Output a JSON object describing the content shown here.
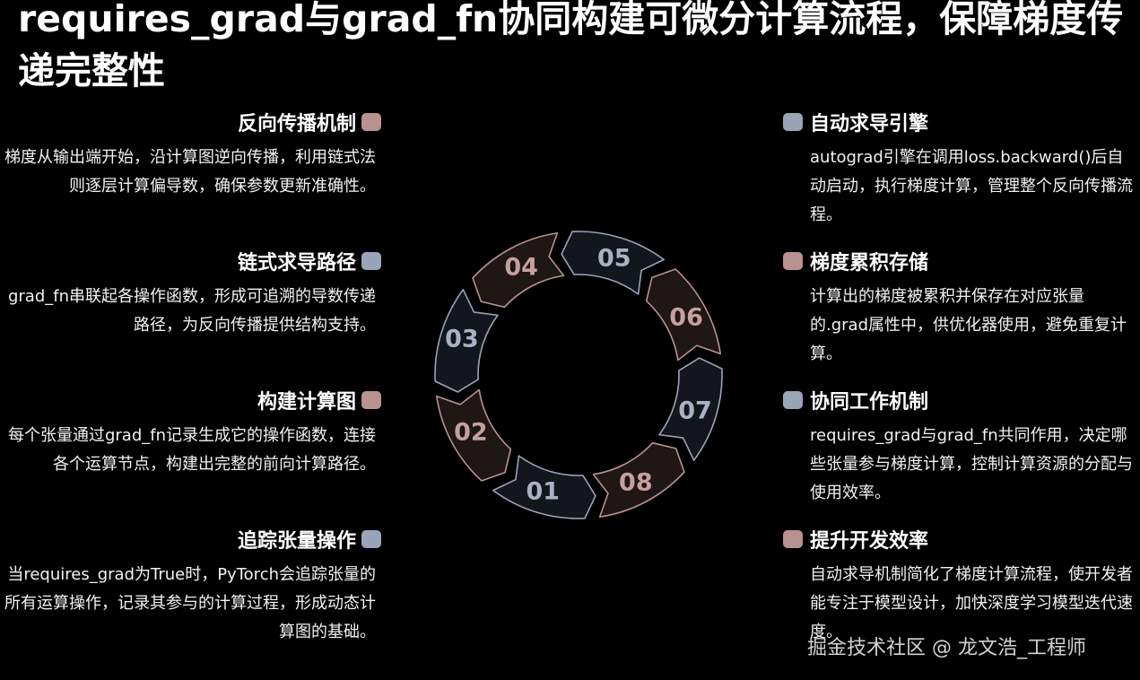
{
  "title": "requires_grad与grad_fn协同构建可微分计算流程，保障梯度传递完整性",
  "colors": {
    "background": "#000000",
    "rose": "#b89290",
    "blue": "#9aa4b8",
    "rose_fill": "#1f1616",
    "blue_fill": "#13161c",
    "rose_text": "#c4a09e",
    "blue_text": "#aab2c4"
  },
  "left_items": [
    {
      "title": "反向传播机制",
      "color": "rose",
      "desc": "梯度从输出端开始，沿计算图逆向传播，利用链式法则逐层计算偏导数，确保参数更新准确性。"
    },
    {
      "title": "链式求导路径",
      "color": "blue",
      "desc": "grad_fn串联起各操作函数，形成可追溯的导数传递路径，为反向传播提供结构支持。"
    },
    {
      "title": "构建计算图",
      "color": "rose",
      "desc": "每个张量通过grad_fn记录生成它的操作函数，连接各个运算节点，构建出完整的前向计算路径。"
    },
    {
      "title": "追踪张量操作",
      "color": "blue",
      "desc": "当requires_grad为True时，PyTorch会追踪张量的所有运算操作，记录其参与的计算过程，形成动态计算图的基础。"
    }
  ],
  "right_items": [
    {
      "title": "自动求导引擎",
      "color": "blue",
      "desc": "autograd引擎在调用loss.backward()后自动启动，执行梯度计算，管理整个反向传播流程。"
    },
    {
      "title": "梯度累积存储",
      "color": "rose",
      "desc": "计算出的梯度被累积并保存在对应张量的.grad属性中，供优化器使用，避免重复计算。"
    },
    {
      "title": "协同工作机制",
      "color": "blue",
      "desc": "requires_grad与grad_fn共同作用，决定哪些张量参与梯度计算，控制计算资源的分配与使用效率。"
    },
    {
      "title": "提升开发效率",
      "color": "rose",
      "desc": "自动求导机制简化了梯度计算流程，使开发者能专注于模型设计，加快深度学习模型迭代速度。"
    }
  ],
  "cycle_steps": [
    {
      "label": "01",
      "color": "blue"
    },
    {
      "label": "02",
      "color": "rose"
    },
    {
      "label": "03",
      "color": "blue"
    },
    {
      "label": "04",
      "color": "rose"
    },
    {
      "label": "05",
      "color": "blue"
    },
    {
      "label": "06",
      "color": "rose"
    },
    {
      "label": "07",
      "color": "blue"
    },
    {
      "label": "08",
      "color": "rose"
    }
  ],
  "watermark": "掘金技术社区 @ 龙文浩_工程师"
}
